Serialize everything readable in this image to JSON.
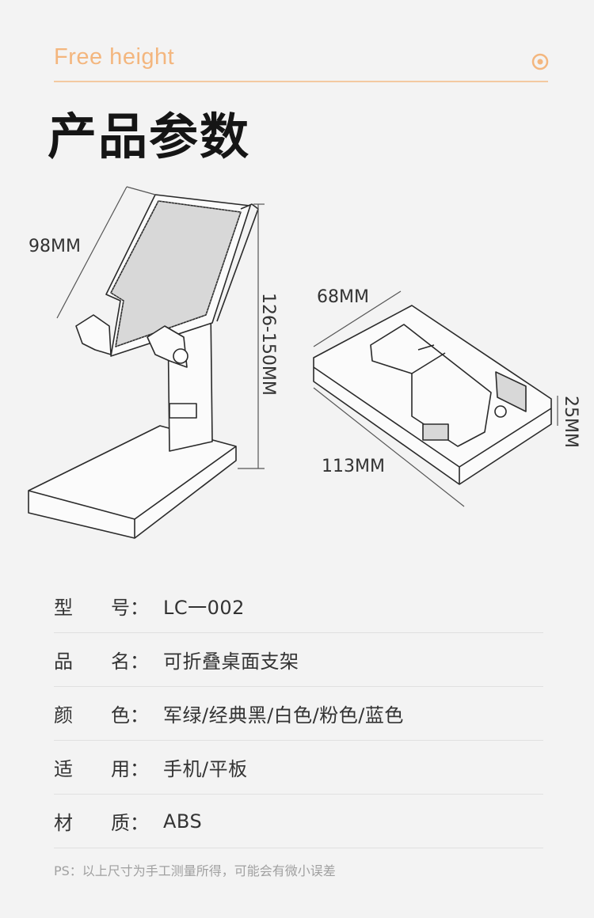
{
  "header": {
    "tagline": "Free height",
    "title": "产品参数",
    "accent_color": "#f3b67e",
    "icon": "target-icon"
  },
  "diagram": {
    "left_view": {
      "width_label": "98MM",
      "height_label": "126-150MM"
    },
    "right_view": {
      "width_label": "68MM",
      "length_label": "113MM",
      "thickness_label": "25MM"
    }
  },
  "specs": [
    {
      "key_1": "型",
      "key_2": "号：",
      "value": "LC一002"
    },
    {
      "key_1": "品",
      "key_2": "名：",
      "value": "可折叠桌面支架"
    },
    {
      "key_1": "颜",
      "key_2": "色：",
      "value": "军绿/经典黑/白色/粉色/蓝色"
    },
    {
      "key_1": "适",
      "key_2": "用：",
      "value": "手机/平板"
    },
    {
      "key_1": "材",
      "key_2": "质：",
      "value": "ABS"
    }
  ],
  "note": "PS：以上尺寸为手工测量所得，可能会有微小误差"
}
